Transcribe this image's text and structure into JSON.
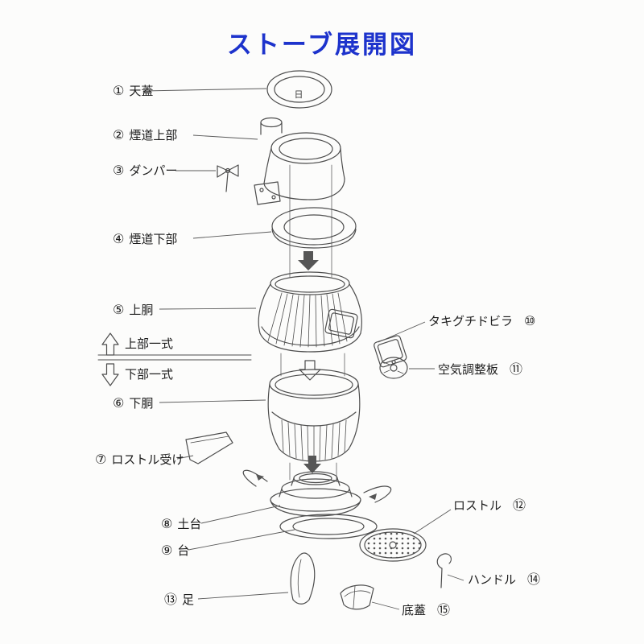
{
  "title": "ストーブ展開図",
  "drawing": {
    "lid_mark": "日"
  },
  "parts": {
    "p1": {
      "num": "①",
      "name": "天蓋"
    },
    "p2": {
      "num": "②",
      "name": "煙道上部"
    },
    "p3": {
      "num": "③",
      "name": "ダンパー"
    },
    "p4": {
      "num": "④",
      "name": "煙道下部"
    },
    "p5": {
      "num": "⑤",
      "name": "上胴"
    },
    "p6": {
      "num": "⑥",
      "name": "下胴"
    },
    "p7": {
      "num": "⑦",
      "name": "ロストル受け"
    },
    "p8": {
      "num": "⑧",
      "name": "土台"
    },
    "p9": {
      "num": "⑨",
      "name": "台"
    },
    "p10": {
      "num": "⑩",
      "name": "タキグチドビラ"
    },
    "p11": {
      "num": "⑪",
      "name": "空気調整板"
    },
    "p12": {
      "num": "⑫",
      "name": "ロストル"
    },
    "p13": {
      "num": "⑬",
      "name": "足"
    },
    "p14": {
      "num": "⑭",
      "name": "ハンドル"
    },
    "p15": {
      "num": "⑮",
      "name": "底蓋"
    }
  },
  "assembly": {
    "upper": "上部一式",
    "lower": "下部一式"
  },
  "colors": {
    "title": "#1d33cc",
    "line": "#4d4d4d",
    "background": "#fcfcfb"
  }
}
